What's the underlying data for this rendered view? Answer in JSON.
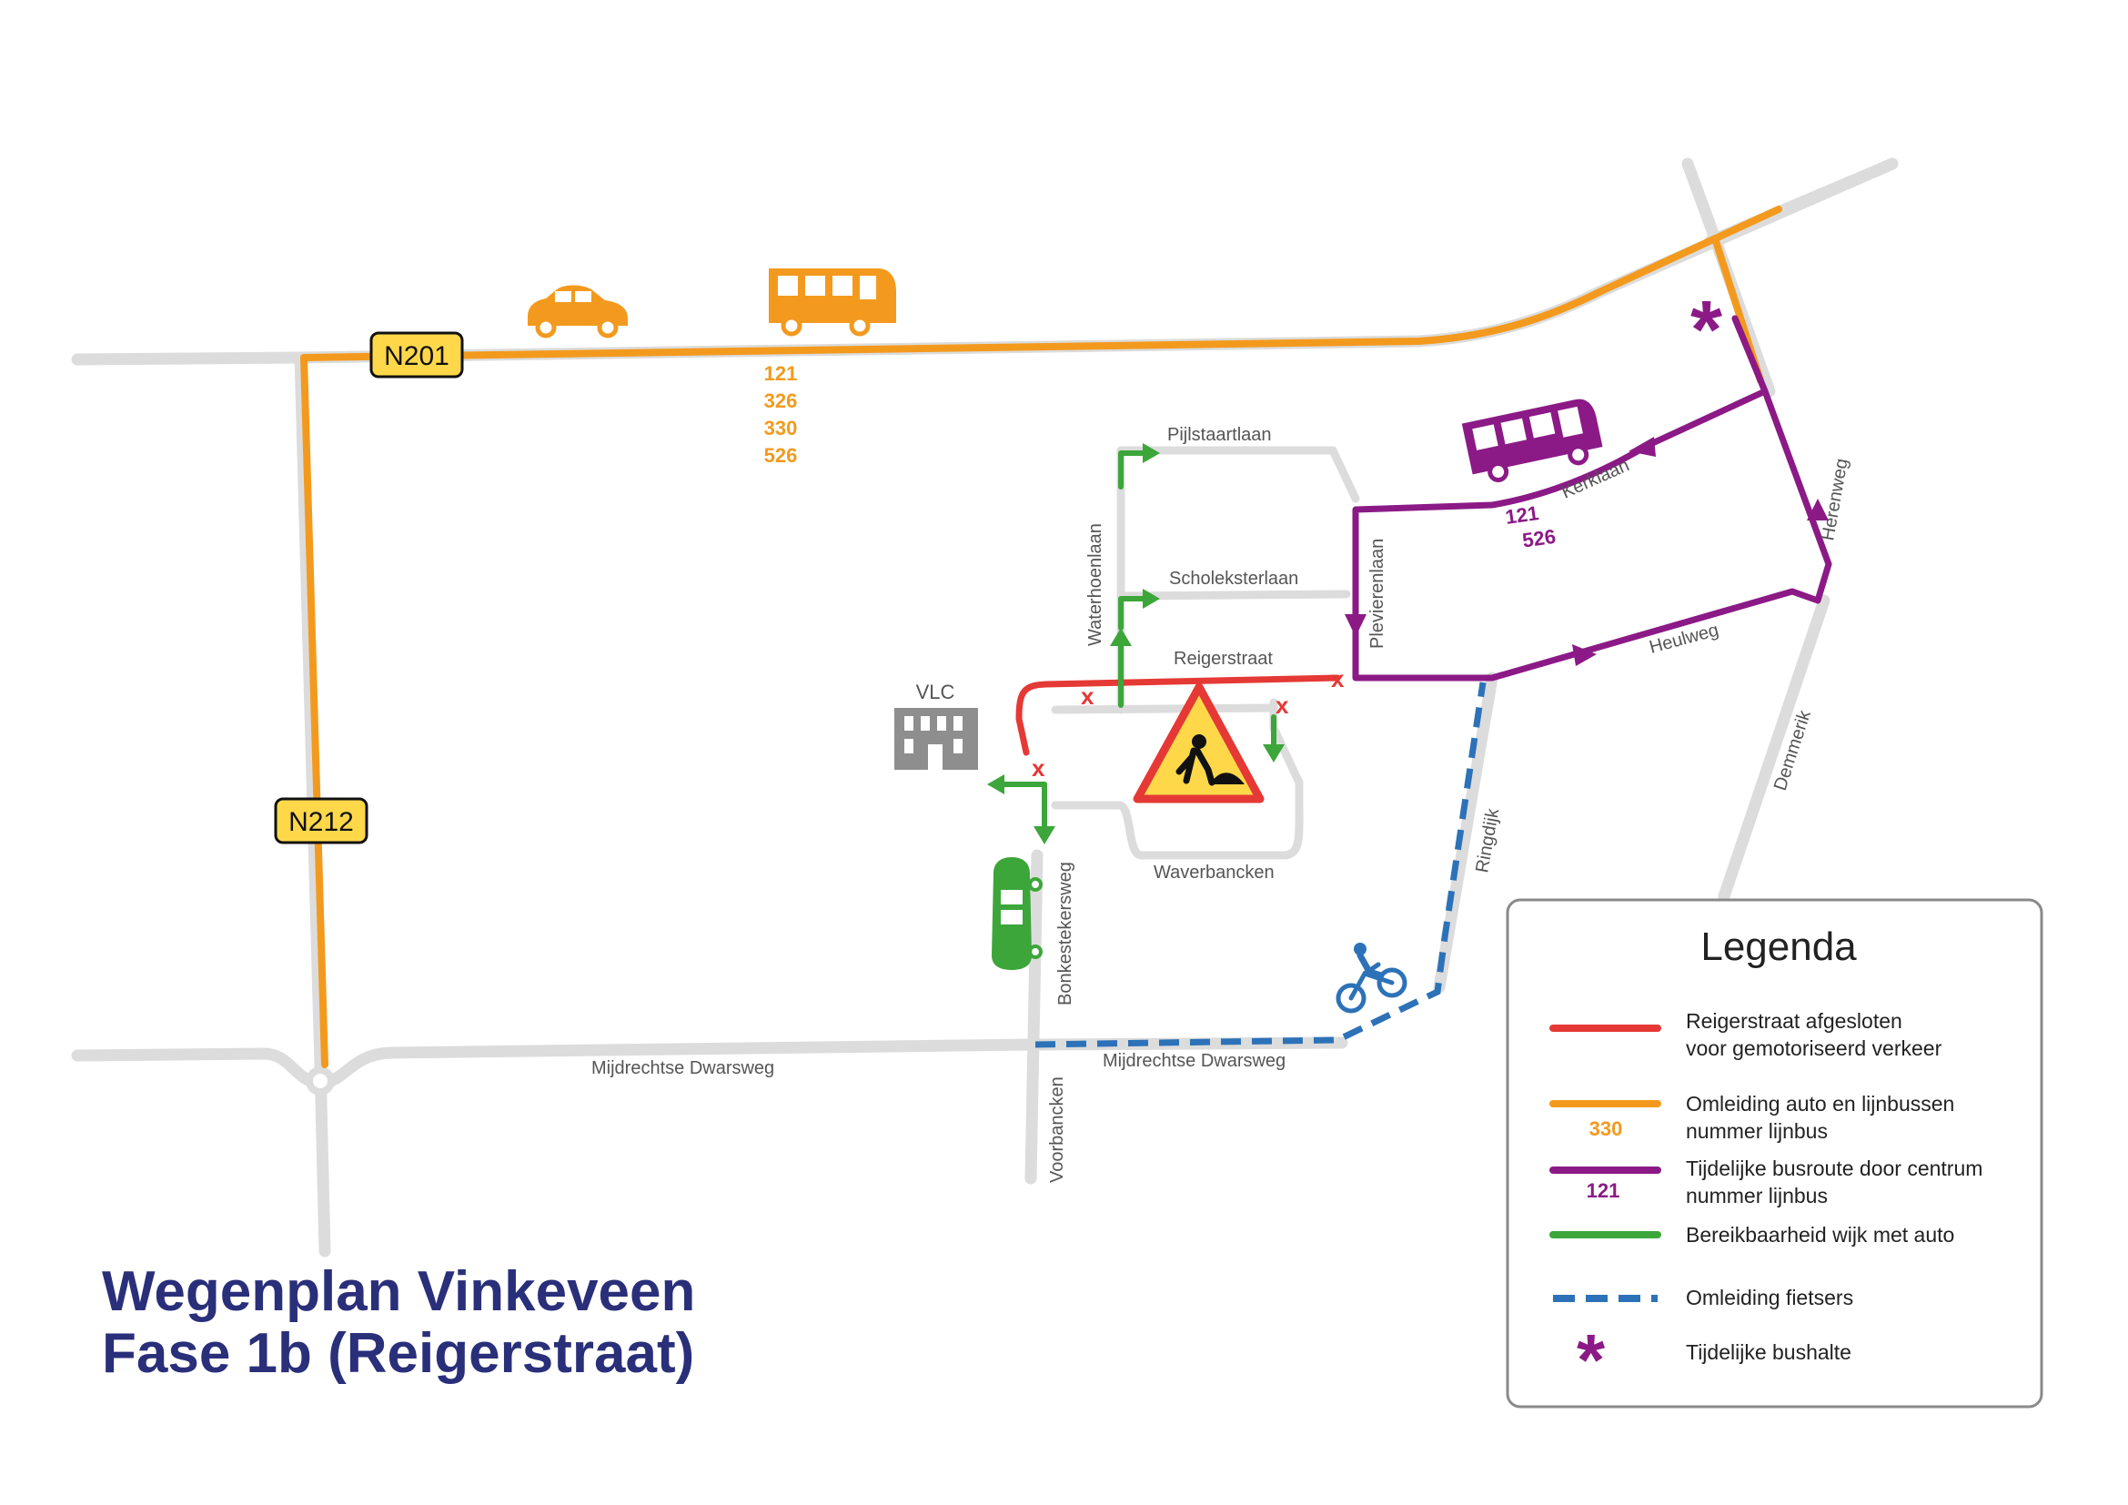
{
  "title": {
    "line1": "Wegenplan Vinkeveen",
    "line2": "Fase 1b (Reigerstraat)"
  },
  "roads": {
    "n201": "N201",
    "n212": "N212"
  },
  "bus_lines_main": [
    "121",
    "326",
    "330",
    "526"
  ],
  "bus_lines_center": [
    "121",
    "526"
  ],
  "streets": {
    "pijlstaartlaan": "Pijlstaartlaan",
    "waterhoenlaan": "Waterhoenlaan",
    "scholeksterlaan": "Scholeksterlaan",
    "reigerstraat": "Reigerstraat",
    "plevierenlaan": "Plevierenlaan",
    "kerklaan": "Kerklaan",
    "herenweg": "Herenweg",
    "heulweg": "Heulweg",
    "demmerik": "Demmerik",
    "ringdijk": "Ringdijk",
    "waverbancken": "Waverbancken",
    "bonkestekersweg": "Bonkestekersweg",
    "mijdrechtse_dwarsweg_west": "Mijdrechtse Dwarsweg",
    "mijdrechtse_dwarsweg_east": "Mijdrechtse Dwarsweg",
    "voorbancken": "Voorbancken"
  },
  "vlc": "VLC",
  "closure_mark": "x",
  "bus_stop_symbol": "*",
  "legend": {
    "title": "Legenda",
    "items": [
      {
        "line1": "Reigerstraat afgesloten",
        "line2": "voor gemotoriseerd verkeer",
        "color": "#e53935"
      },
      {
        "line1": "Omleiding auto en lijnbussen",
        "line2": "nummer lijnbus",
        "number": "330",
        "color": "#f39a1e"
      },
      {
        "line1": "Tijdelijke busroute door centrum",
        "line2": "nummer lijnbus",
        "number": "121",
        "color": "#8b1a86"
      },
      {
        "line1": "Bereikbaarheid wijk met auto",
        "color": "#3ca63a"
      },
      {
        "line1": "Omleiding fietsers",
        "color": "#2d72b8"
      },
      {
        "line1": "Tijdelijke bushalte",
        "symbol": "*",
        "color": "#8b1a86"
      }
    ]
  },
  "icons": [
    "car-icon",
    "bus-icon",
    "roadworks-sign-icon",
    "bicycle-icon",
    "building-icon"
  ]
}
